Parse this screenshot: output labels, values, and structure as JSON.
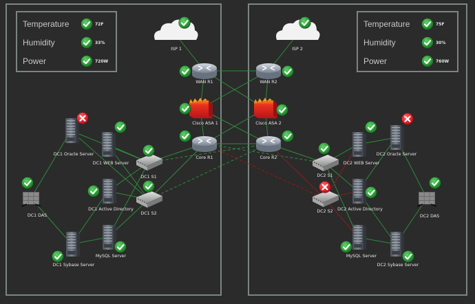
{
  "colors": {
    "background": "#2b2b2b",
    "panel_border": "#7b8683",
    "link_ok": "#2e8b3a",
    "link_fail": "#8b1e1e",
    "status_ok": "#2fa33a",
    "status_fail": "#e01e2a"
  },
  "environment": {
    "dc1": [
      {
        "label": "Temperature",
        "value": "72F",
        "status": "ok"
      },
      {
        "label": "Humidity",
        "value": "33%",
        "status": "ok"
      },
      {
        "label": "Power",
        "value": "720W",
        "status": "ok"
      }
    ],
    "dc2": [
      {
        "label": "Temperature",
        "value": "75F",
        "status": "ok"
      },
      {
        "label": "Humidity",
        "value": "30%",
        "status": "ok"
      },
      {
        "label": "Power",
        "value": "760W",
        "status": "ok"
      }
    ]
  },
  "nodes": [
    {
      "id": "isp1",
      "label": "ISP 1",
      "icon": "cloud-icon",
      "status": "ok"
    },
    {
      "id": "isp2",
      "label": "ISP 2",
      "icon": "cloud-icon",
      "status": "ok"
    },
    {
      "id": "wanr1",
      "label": "WAN R1",
      "icon": "router-icon",
      "status": "ok"
    },
    {
      "id": "wanr2",
      "label": "WAN R2",
      "icon": "router-icon",
      "status": "ok"
    },
    {
      "id": "asa1",
      "label": "Cisco ASA 1",
      "icon": "firewall-icon",
      "status": "ok"
    },
    {
      "id": "asa2",
      "label": "Cisco ASA 2",
      "icon": "firewall-icon",
      "status": "ok"
    },
    {
      "id": "corer1",
      "label": "Core R1",
      "icon": "router-icon",
      "status": "ok"
    },
    {
      "id": "corer2",
      "label": "Core R2",
      "icon": "router-icon",
      "status": "ok"
    },
    {
      "id": "dc1s1",
      "label": "DC1 S1",
      "icon": "switch-icon",
      "status": "ok"
    },
    {
      "id": "dc1s2",
      "label": "DC1 S2",
      "icon": "switch-icon",
      "status": "ok"
    },
    {
      "id": "dc2s1",
      "label": "DC2 S1",
      "icon": "switch-icon",
      "status": "ok"
    },
    {
      "id": "dc2s2",
      "label": "DC2 S2",
      "icon": "switch-icon",
      "status": "fail"
    },
    {
      "id": "dc1oracle",
      "label": "DC1 Oracle Server",
      "icon": "server-icon",
      "status": "fail"
    },
    {
      "id": "dc1web",
      "label": "DC1 WEB Server",
      "icon": "server-icon",
      "status": "ok"
    },
    {
      "id": "dc1ad",
      "label": "DC1 Active Directory",
      "icon": "server-icon",
      "status": "ok"
    },
    {
      "id": "dc1das",
      "label": "DC1 DAS",
      "icon": "storage-icon",
      "status": "ok"
    },
    {
      "id": "dc1sybase",
      "label": "DC1 Sybase Server",
      "icon": "server-icon",
      "status": "ok"
    },
    {
      "id": "dc1mysql",
      "label": "MySQL Server",
      "icon": "server-icon",
      "status": "ok"
    },
    {
      "id": "dc2oracle",
      "label": "DC2 Oracle Server",
      "icon": "server-icon",
      "status": "fail"
    },
    {
      "id": "dc2web",
      "label": "DC2 WEB Server",
      "icon": "server-icon",
      "status": "ok"
    },
    {
      "id": "dc2ad",
      "label": "DC2 Active Directory",
      "icon": "server-icon",
      "status": "ok"
    },
    {
      "id": "dc2das",
      "label": "DC2 DAS",
      "icon": "storage-icon",
      "status": "ok"
    },
    {
      "id": "dc2sybase",
      "label": "DC2 Sybase Server",
      "icon": "server-icon",
      "status": "ok"
    },
    {
      "id": "dc2mysql",
      "label": "MySQL Server",
      "icon": "server-icon",
      "status": "ok"
    }
  ],
  "links": [
    {
      "from": "isp1",
      "to": "wanr1",
      "status": "ok",
      "style": "solid"
    },
    {
      "from": "isp2",
      "to": "wanr2",
      "status": "ok",
      "style": "solid"
    },
    {
      "from": "wanr1",
      "to": "wanr2",
      "status": "ok",
      "style": "solid"
    },
    {
      "from": "wanr1",
      "to": "asa1",
      "status": "ok",
      "style": "solid"
    },
    {
      "from": "wanr2",
      "to": "asa2",
      "status": "ok",
      "style": "solid"
    },
    {
      "from": "wanr1",
      "to": "asa2",
      "status": "ok",
      "style": "solid"
    },
    {
      "from": "wanr2",
      "to": "asa1",
      "status": "ok",
      "style": "solid"
    },
    {
      "from": "asa1",
      "to": "corer1",
      "status": "ok",
      "style": "solid"
    },
    {
      "from": "asa2",
      "to": "corer2",
      "status": "ok",
      "style": "solid"
    },
    {
      "from": "asa1",
      "to": "corer2",
      "status": "ok",
      "style": "solid"
    },
    {
      "from": "asa2",
      "to": "corer1",
      "status": "ok",
      "style": "solid"
    },
    {
      "from": "corer1",
      "to": "corer2",
      "status": "ok",
      "style": "solid"
    },
    {
      "from": "corer1",
      "to": "dc1s1",
      "status": "ok",
      "style": "solid"
    },
    {
      "from": "corer1",
      "to": "dc1s2",
      "status": "ok",
      "style": "solid"
    },
    {
      "from": "corer1",
      "to": "dc2s1",
      "status": "ok",
      "style": "dashed"
    },
    {
      "from": "corer2",
      "to": "dc1s1",
      "status": "ok",
      "style": "dashed"
    },
    {
      "from": "corer2",
      "to": "dc1s2",
      "status": "ok",
      "style": "dashed"
    },
    {
      "from": "corer2",
      "to": "dc2s1",
      "status": "ok",
      "style": "solid"
    },
    {
      "from": "corer2",
      "to": "dc2s2",
      "status": "fail",
      "style": "solid"
    },
    {
      "from": "corer1",
      "to": "dc2s2",
      "status": "fail",
      "style": "dashed"
    },
    {
      "from": "dc1s1",
      "to": "dc1oracle",
      "status": "ok",
      "style": "solid"
    },
    {
      "from": "dc1s1",
      "to": "dc1web",
      "status": "ok",
      "style": "solid"
    },
    {
      "from": "dc1s1",
      "to": "dc1ad",
      "status": "ok",
      "style": "solid"
    },
    {
      "from": "dc1s1",
      "to": "dc1mysql",
      "status": "ok",
      "style": "solid"
    },
    {
      "from": "dc1s2",
      "to": "dc1web",
      "status": "ok",
      "style": "solid"
    },
    {
      "from": "dc1s2",
      "to": "dc1ad",
      "status": "ok",
      "style": "solid"
    },
    {
      "from": "dc1s2",
      "to": "dc1mysql",
      "status": "ok",
      "style": "solid"
    },
    {
      "from": "dc1s2",
      "to": "dc1oracle",
      "status": "ok",
      "style": "solid"
    },
    {
      "from": "dc1oracle",
      "to": "dc1das",
      "status": "ok",
      "style": "solid"
    },
    {
      "from": "dc1das",
      "to": "dc1sybase",
      "status": "ok",
      "style": "solid"
    },
    {
      "from": "dc1ad",
      "to": "dc1sybase",
      "status": "ok",
      "style": "solid"
    },
    {
      "from": "dc1sybase",
      "to": "dc1mysql",
      "status": "ok",
      "style": "solid"
    },
    {
      "from": "dc2s1",
      "to": "dc2web",
      "status": "ok",
      "style": "solid"
    },
    {
      "from": "dc2s1",
      "to": "dc2ad",
      "status": "ok",
      "style": "solid"
    },
    {
      "from": "dc2s1",
      "to": "dc2mysql",
      "status": "ok",
      "style": "solid"
    },
    {
      "from": "dc2s2",
      "to": "dc2ad",
      "status": "fail",
      "style": "solid"
    },
    {
      "from": "dc2s2",
      "to": "dc2mysql",
      "status": "fail",
      "style": "solid"
    },
    {
      "from": "dc2s2",
      "to": "dc2web",
      "status": "fail",
      "style": "solid"
    },
    {
      "from": "dc2web",
      "to": "dc2oracle",
      "status": "ok",
      "style": "solid"
    },
    {
      "from": "dc2ad",
      "to": "dc2oracle",
      "status": "ok",
      "style": "solid"
    },
    {
      "from": "dc2oracle",
      "to": "dc2das",
      "status": "ok",
      "style": "solid"
    },
    {
      "from": "dc2das",
      "to": "dc2sybase",
      "status": "ok",
      "style": "solid"
    },
    {
      "from": "dc2ad",
      "to": "dc2sybase",
      "status": "ok",
      "style": "solid"
    },
    {
      "from": "dc2mysql",
      "to": "dc2sybase",
      "status": "ok",
      "style": "solid"
    }
  ]
}
